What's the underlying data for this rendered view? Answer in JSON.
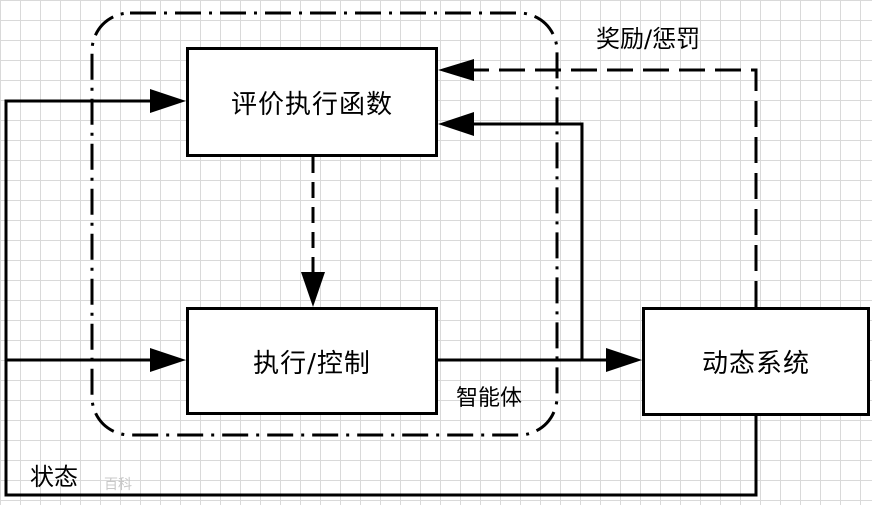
{
  "nodes": {
    "critic": "评价执行函数",
    "actor": "执行/控制",
    "system": "动态系统"
  },
  "labels": {
    "reward": "奖励/惩罚",
    "agent": "智能体",
    "state": "状态"
  },
  "watermark": "百科"
}
